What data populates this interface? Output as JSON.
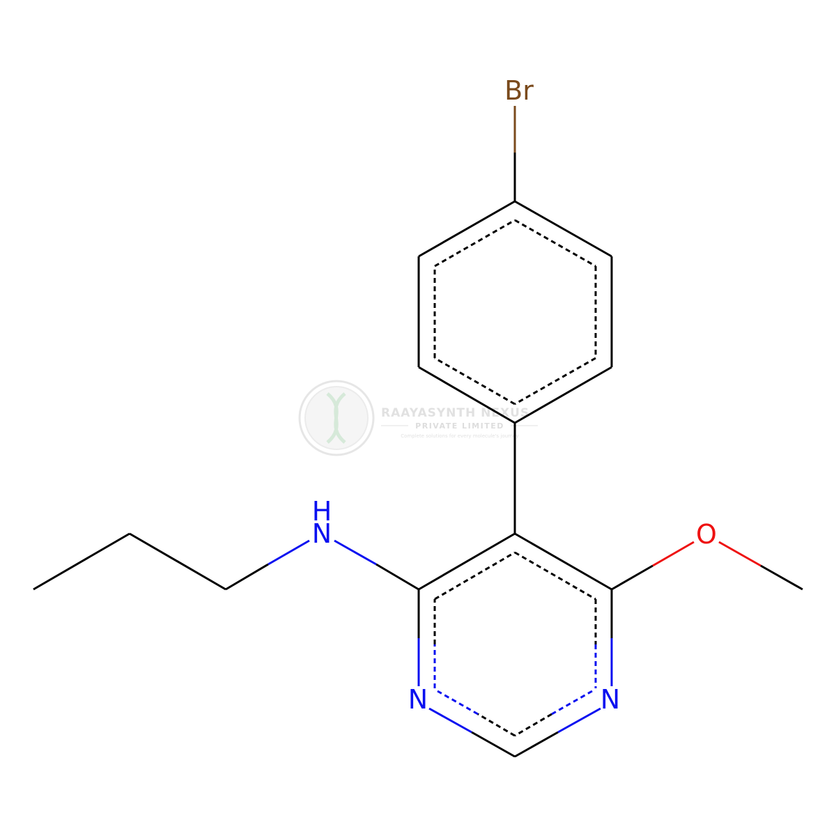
{
  "molecule": {
    "atoms": {
      "bromine": "Br",
      "amine": "N",
      "amine_h": "H",
      "oxygen": "O",
      "ring_n_left": "N",
      "ring_n_right": "N"
    },
    "colors": {
      "carbon_bond": "#000000",
      "nitrogen": "#0a10f0",
      "oxygen": "#ee1111",
      "bromine": "#7a4a1c"
    }
  },
  "watermark": {
    "company": "RAAYASYNTH NEXUS",
    "subtitle": "PRIVATE LIMITED",
    "tagline": "Complete solutions for every molecule's journey"
  }
}
